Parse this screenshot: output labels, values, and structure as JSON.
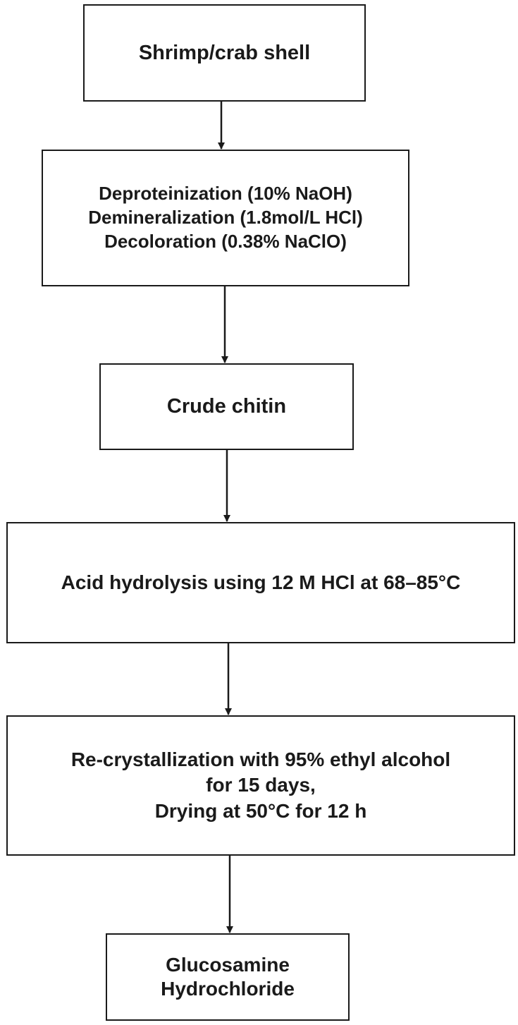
{
  "flowchart": {
    "steps": [
      {
        "id": "shrimp-shell",
        "lines": [
          "Shrimp/crab shell"
        ]
      },
      {
        "id": "pretreatment",
        "lines": [
          "Deproteinization (10% NaOH)",
          "Demineralization (1.8mol/L HCl)",
          "Decoloration (0.38% NaClO)"
        ]
      },
      {
        "id": "crude-chitin",
        "lines": [
          "Crude chitin"
        ]
      },
      {
        "id": "acid-hydrolysis",
        "lines": [
          "Acid hydrolysis using 12 M HCl at 68–85°C"
        ]
      },
      {
        "id": "recrystallization",
        "lines": [
          "Re-crystallization with 95% ethyl alcohol",
          "for 15 days,",
          "Drying at 50°C for 12 h"
        ]
      },
      {
        "id": "glucosamine",
        "lines": [
          "Glucosamine",
          "Hydrochloride"
        ]
      }
    ],
    "edges": [
      {
        "from": "shrimp-shell",
        "to": "pretreatment"
      },
      {
        "from": "pretreatment",
        "to": "crude-chitin"
      },
      {
        "from": "crude-chitin",
        "to": "acid-hydrolysis"
      },
      {
        "from": "acid-hydrolysis",
        "to": "recrystallization"
      },
      {
        "from": "recrystallization",
        "to": "glucosamine"
      }
    ],
    "colors": {
      "stroke": "#1a1a1a",
      "fill": "#ffffff",
      "text": "#1a1a1a"
    }
  }
}
